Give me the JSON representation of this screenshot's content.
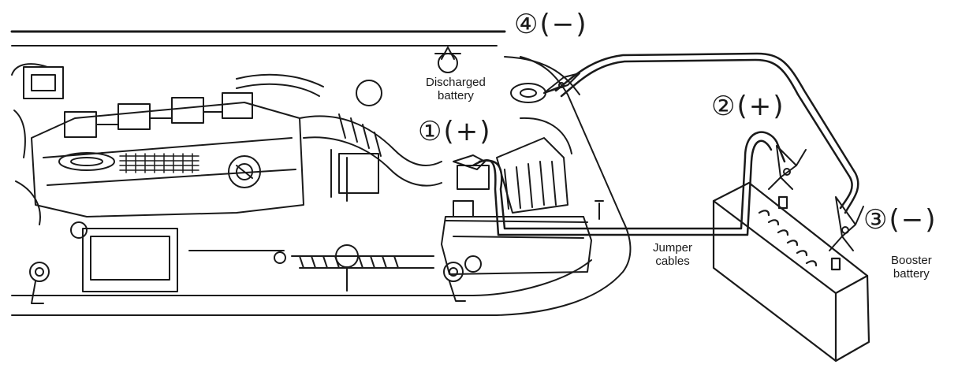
{
  "labels": {
    "discharged_battery": "Discharged\nbattery",
    "jumper_cables": "Jumper\ncables",
    "booster_battery": "Booster\nbattery"
  },
  "steps": [
    {
      "text": "①(+)"
    },
    {
      "text": "②(+)"
    },
    {
      "text": "③(−)"
    },
    {
      "text": "④(−)"
    }
  ],
  "colors": {
    "line": "#1a1a1a",
    "background": "#ffffff"
  }
}
